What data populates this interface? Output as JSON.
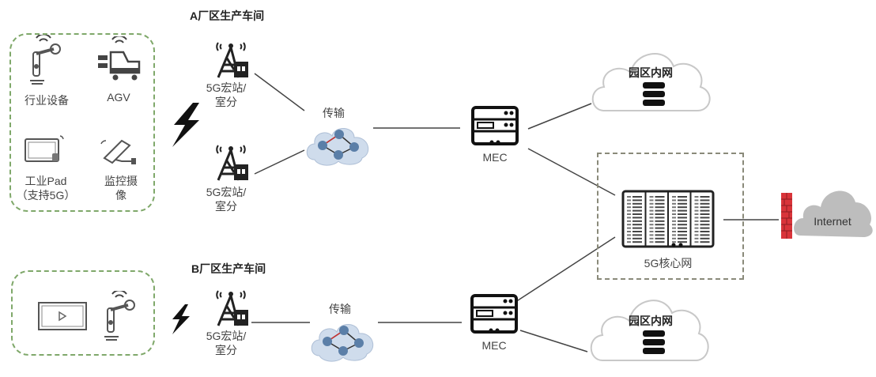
{
  "factory_a": {
    "title": "A厂区生产车间",
    "devices": [
      {
        "label": "行业设备",
        "icon": "robot-arm-icon"
      },
      {
        "label": "AGV",
        "icon": "forklift-icon"
      },
      {
        "label": "工业Pad\n（支持5G）",
        "label_l1": "工业Pad",
        "label_l2": "（支持5G）",
        "icon": "tablet-icon"
      },
      {
        "label": "监控摄像",
        "label_l1": "监控摄",
        "label_l2": "像",
        "icon": "camera-icon"
      }
    ],
    "base_stations": [
      {
        "label_l1": "5G宏站/",
        "label_l2": "室分"
      },
      {
        "label_l1": "5G宏站/",
        "label_l2": "室分"
      }
    ],
    "transport": "传输",
    "mec": "MEC"
  },
  "factory_b": {
    "title": "B厂区生产车间",
    "devices": [
      {
        "label": "",
        "icon": "screen-icon"
      },
      {
        "label": "",
        "icon": "robot-arm-icon"
      }
    ],
    "base_station": {
      "label_l1": "5G宏站/",
      "label_l2": "室分"
    },
    "transport": "传输",
    "mec": "MEC"
  },
  "park_intranet_top": "园区内网",
  "park_intranet_bottom": "园区内网",
  "core_network": "5G核心网",
  "internet": "Internet",
  "colors": {
    "device_group_border": "#7fa86a",
    "core_border": "#8a8a7a",
    "firewall": "#d9343a",
    "internet_cloud": "#bdbdbd"
  }
}
